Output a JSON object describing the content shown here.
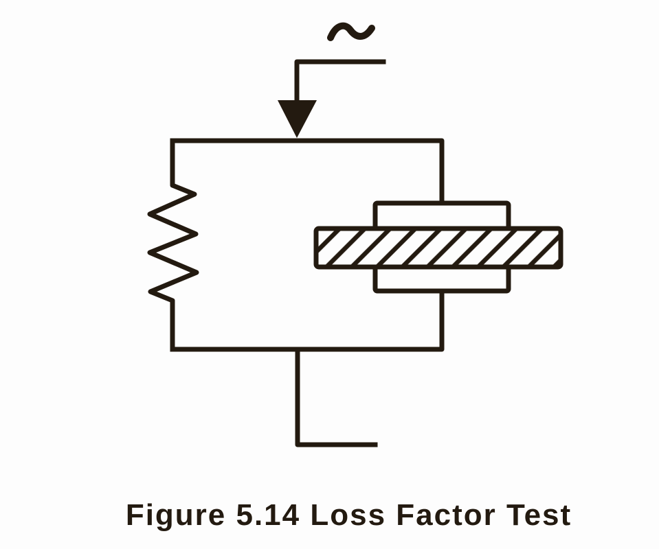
{
  "figure": {
    "caption": "Figure 5.14 Loss Factor Test",
    "ac_source_symbol": "~"
  },
  "colors": {
    "background": "#fdfdfd",
    "ink": "#231a10"
  },
  "diagram": {
    "components": [
      "ac-source",
      "feed-arrow",
      "circuit-loop",
      "resistor",
      "top-electrode",
      "hatched-specimen",
      "bottom-electrode",
      "bottom-lead"
    ]
  }
}
